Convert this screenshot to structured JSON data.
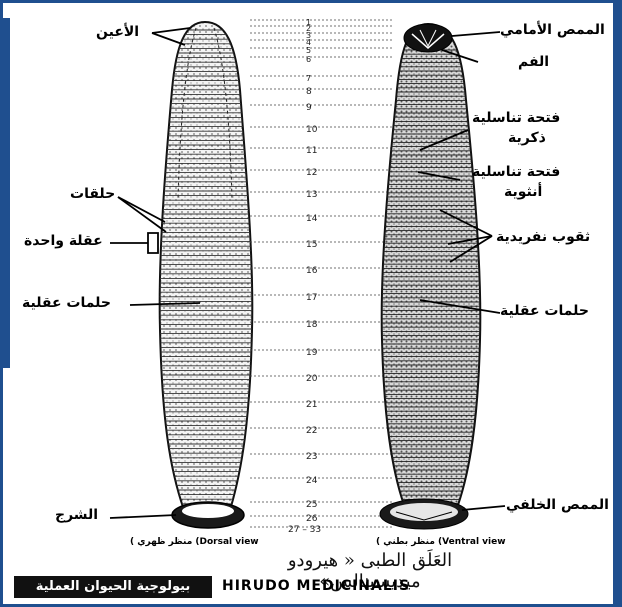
{
  "labels": {
    "eyes": "الأعين",
    "annuli": "حلقات",
    "one_segment": "عقلة واحدة",
    "segmental_papillae_left": "حلمات عقلية",
    "anus": "الشرج",
    "anterior_sucker": "الممص الأمامي",
    "mouth": "الفم",
    "male_opening_line1": "فتحة تناسلية",
    "male_opening_line2": "ذكرية",
    "female_opening_line1": "فتحة تناسلية",
    "female_opening_line2": "أنثوية",
    "nephridiopores": "ثقوب نفريدية",
    "segmental_papillae_right": "حلمات عقلية",
    "posterior_sucker": "الممص الخلفي"
  },
  "segment_numbers": [
    "1",
    "2",
    "3",
    "4",
    "5",
    "6",
    "7",
    "8",
    "9",
    "10",
    "11",
    "12",
    "13",
    "14",
    "15",
    "16",
    "17",
    "18",
    "19",
    "20",
    "21",
    "22",
    "23",
    "24",
    "25",
    "26",
    "27 – 33"
  ],
  "views": {
    "dorsal": "( منظر ظهري  (Dorsal view",
    "ventral": "( منظر بطني  (Ventral view"
  },
  "caption_arabic": "العَلَق الطبى « هيرودو ميديسينالس»",
  "species_name": "HIRUDO MEDICINALIS",
  "banner": "بيولوجية الحيوان العملية",
  "colors": {
    "frame": "#1f4f8f",
    "banner_bg": "#111111"
  }
}
